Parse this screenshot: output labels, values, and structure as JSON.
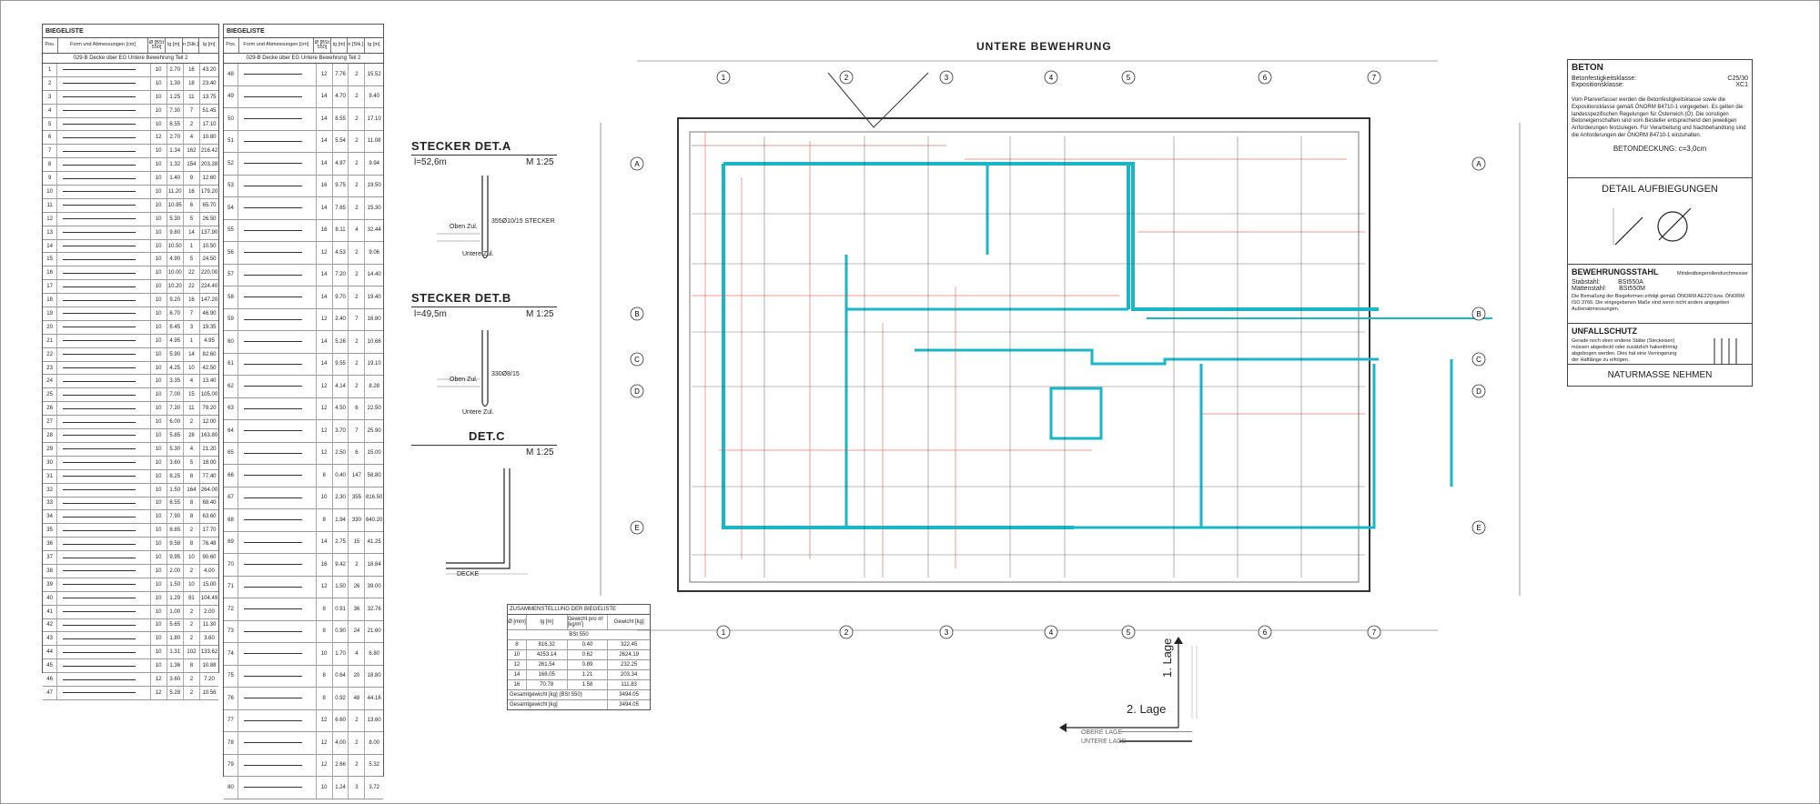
{
  "left_table": {
    "header": "BIEGELISTE",
    "cols": [
      "Pos.",
      "Form und Abmessungen [cm]",
      "Ø [BSt 550]",
      "lg [m]",
      "n [Stk.]",
      "lg [m]"
    ],
    "subtitle": "029-B Decke über EG Untere Bewehrung Teil 2",
    "rows": [
      [
        "1",
        "10",
        "2.70",
        "16",
        "43.20"
      ],
      [
        "2",
        "10",
        "1.30",
        "18",
        "23.40"
      ],
      [
        "3",
        "10",
        "1.25",
        "11",
        "13.75"
      ],
      [
        "4",
        "10",
        "7.30",
        "7",
        "51.45"
      ],
      [
        "5",
        "10",
        "8.55",
        "2",
        "17.10"
      ],
      [
        "6",
        "12",
        "2.70",
        "4",
        "10.80"
      ],
      [
        "7",
        "10",
        "1.34",
        "162",
        "216.42"
      ],
      [
        "8",
        "10",
        "1.32",
        "154",
        "203.28"
      ],
      [
        "9",
        "10",
        "1.40",
        "9",
        "12.60"
      ],
      [
        "10",
        "10",
        "11.20",
        "16",
        "179.20"
      ],
      [
        "11",
        "10",
        "10.95",
        "6",
        "65.70"
      ],
      [
        "12",
        "10",
        "5.30",
        "5",
        "26.50"
      ],
      [
        "13",
        "10",
        "9.80",
        "14",
        "137.90"
      ],
      [
        "14",
        "10",
        "10.50",
        "1",
        "10.50"
      ],
      [
        "15",
        "10",
        "4.90",
        "5",
        "24.50"
      ],
      [
        "16",
        "10",
        "10.00",
        "22",
        "220.00"
      ],
      [
        "17",
        "10",
        "10.20",
        "22",
        "224.40"
      ],
      [
        "18",
        "10",
        "9.20",
        "16",
        "147.20"
      ],
      [
        "19",
        "10",
        "6.70",
        "7",
        "46.90"
      ],
      [
        "20",
        "10",
        "6.45",
        "3",
        "19.35"
      ],
      [
        "21",
        "10",
        "4.95",
        "1",
        "4.95"
      ],
      [
        "22",
        "10",
        "5.90",
        "14",
        "82.60"
      ],
      [
        "23",
        "10",
        "4.25",
        "10",
        "42.50"
      ],
      [
        "24",
        "10",
        "3.35",
        "4",
        "13.40"
      ],
      [
        "25",
        "10",
        "7.00",
        "15",
        "105.00"
      ],
      [
        "26",
        "10",
        "7.20",
        "11",
        "79.20"
      ],
      [
        "27",
        "10",
        "6.00",
        "2",
        "12.00"
      ],
      [
        "28",
        "10",
        "5.85",
        "28",
        "163.80"
      ],
      [
        "29",
        "10",
        "5.30",
        "4",
        "21.20"
      ],
      [
        "30",
        "10",
        "3.60",
        "5",
        "18.00"
      ],
      [
        "31",
        "10",
        "8.25",
        "8",
        "77.40"
      ],
      [
        "32",
        "10",
        "1.50",
        "164",
        "264.00"
      ],
      [
        "33",
        "10",
        "8.55",
        "8",
        "68.40"
      ],
      [
        "34",
        "10",
        "7.90",
        "8",
        "63.60"
      ],
      [
        "35",
        "10",
        "8.85",
        "2",
        "17.70"
      ],
      [
        "36",
        "10",
        "9.58",
        "8",
        "76.48"
      ],
      [
        "37",
        "10",
        "9.95",
        "10",
        "90.60"
      ],
      [
        "38",
        "10",
        "2.00",
        "2",
        "4.00"
      ],
      [
        "39",
        "10",
        "1.50",
        "10",
        "15.00"
      ],
      [
        "40",
        "10",
        "1.29",
        "81",
        "104.49"
      ],
      [
        "41",
        "10",
        "1.00",
        "2",
        "2.00"
      ],
      [
        "42",
        "10",
        "5.65",
        "2",
        "11.30"
      ],
      [
        "43",
        "10",
        "1.80",
        "2",
        "3.60"
      ],
      [
        "44",
        "10",
        "1.31",
        "102",
        "133.62"
      ],
      [
        "45",
        "10",
        "1.36",
        "8",
        "10.88"
      ],
      [
        "46",
        "12",
        "3.60",
        "2",
        "7.20"
      ],
      [
        "47",
        "12",
        "5.28",
        "2",
        "10.56"
      ]
    ]
  },
  "right_table": {
    "header": "BIEGELISTE",
    "subtitle": "029-B Decke über EG Untere Bewehrung Teil 2",
    "rows": [
      [
        "48",
        "12",
        "7.76",
        "2",
        "15.52"
      ],
      [
        "49",
        "14",
        "4.70",
        "2",
        "9.40"
      ],
      [
        "50",
        "14",
        "8.55",
        "2",
        "17.10"
      ],
      [
        "51",
        "14",
        "5.54",
        "2",
        "11.08"
      ],
      [
        "52",
        "14",
        "4.97",
        "2",
        "9.94"
      ],
      [
        "53",
        "16",
        "9.75",
        "2",
        "19.50"
      ],
      [
        "54",
        "14",
        "7.65",
        "2",
        "15.30"
      ],
      [
        "55",
        "16",
        "8.11",
        "4",
        "32.44"
      ],
      [
        "56",
        "12",
        "4.53",
        "2",
        "9.06"
      ],
      [
        "57",
        "14",
        "7.20",
        "2",
        "14.40"
      ],
      [
        "58",
        "14",
        "9.70",
        "2",
        "19.40"
      ],
      [
        "59",
        "12",
        "2.40",
        "7",
        "16.80"
      ],
      [
        "60",
        "14",
        "5.26",
        "2",
        "10.66"
      ],
      [
        "61",
        "14",
        "9.55",
        "2",
        "19.10"
      ],
      [
        "62",
        "12",
        "4.14",
        "2",
        "8.28"
      ],
      [
        "63",
        "12",
        "4.50",
        "6",
        "22.50"
      ],
      [
        "64",
        "12",
        "3.70",
        "7",
        "25.90"
      ],
      [
        "65",
        "12",
        "2.50",
        "6",
        "15.00"
      ],
      [
        "66",
        "8",
        "0.40",
        "147",
        "58.80"
      ],
      [
        "67",
        "10",
        "2.30",
        "355",
        "816.50"
      ],
      [
        "68",
        "8",
        "1.94",
        "330",
        "640.20"
      ],
      [
        "69",
        "14",
        "2.75",
        "15",
        "41.25"
      ],
      [
        "70",
        "16",
        "9.42",
        "2",
        "18.84"
      ],
      [
        "71",
        "12",
        "1.50",
        "26",
        "39.00"
      ],
      [
        "72",
        "8",
        "0.91",
        "36",
        "32.76"
      ],
      [
        "73",
        "8",
        "0.90",
        "24",
        "21.60"
      ],
      [
        "74",
        "10",
        "1.70",
        "4",
        "6.80"
      ],
      [
        "75",
        "8",
        "0.64",
        "20",
        "18.80"
      ],
      [
        "76",
        "8",
        "0.92",
        "48",
        "44.16"
      ],
      [
        "77",
        "12",
        "6.60",
        "2",
        "13.60"
      ],
      [
        "78",
        "12",
        "4.00",
        "2",
        "8.00"
      ],
      [
        "79",
        "12",
        "2.66",
        "2",
        "5.32"
      ],
      [
        "80",
        "10",
        "1.24",
        "3",
        "3.72"
      ]
    ]
  },
  "stecker_a": {
    "title": "STECKER DET.A",
    "length": "l=52,6m",
    "scale": "M 1:25",
    "label1": "Oben Zul.",
    "label2": "Untere Zul.",
    "pos": "355Ø10/15 STECKER"
  },
  "stecker_b": {
    "title": "STECKER DET.B",
    "length": "l=49,5m",
    "scale": "M 1:25",
    "label1": "Oben Zul.",
    "label2": "Untere Zul.",
    "pos": "330Ø8/15"
  },
  "det_c": {
    "title": "DET.C",
    "scale": "M 1:25",
    "label": "DECKE"
  },
  "summary": {
    "title": "ZUSAMMENSTELLUNG DER BIEGELISTE",
    "cols": [
      "Ø [mm]",
      "lg [m]",
      "Gewicht pro m' [kg/m']",
      "Gewicht [kg]"
    ],
    "sub": "BSt 550",
    "rows": [
      [
        "8",
        "816.32",
        "0.40",
        "322.45"
      ],
      [
        "10",
        "4253.14",
        "0.62",
        "2624.19"
      ],
      [
        "12",
        "261.54",
        "0.89",
        "232.25"
      ],
      [
        "14",
        "168.05",
        "1.21",
        "203.34"
      ],
      [
        "16",
        "70.78",
        "1.58",
        "111.83"
      ]
    ],
    "total1_label": "Gesamtgewicht [kg] (BSt 550)",
    "total1": "3494.05",
    "total2_label": "Gesamtgewicht [kg]",
    "total2": "3494.05"
  },
  "main": {
    "title": "UNTERE BEWEHRUNG",
    "lage1": "1. Lage",
    "lage2": "2. Lage",
    "legend1": "OBERE LAGE",
    "legend2": "UNTERE LAGE"
  },
  "grid": {
    "cols": [
      "1",
      "2",
      "3",
      "4",
      "5",
      "6",
      "7"
    ],
    "rows": [
      "A",
      "B",
      "C",
      "D",
      "E"
    ]
  },
  "beton": {
    "title": "BETON",
    "k1": "Betonfestigkeitsklasse:",
    "v1": "C25/30",
    "k2": "Expositionsklasse:",
    "v2": "XC1",
    "text": "Vom Planverfasser werden die Betonfestigkeitsklasse sowie die Expositionsklasse gemäß ÖNORM B4710-1 vorgegeben. Es gelten die landesspezifischen Regelungen für Österreich (Ö). Die sonstigen Betoneigenschaften sind vom Besteller entsprechend den jeweiligen Anforderungen festzulegen. Für Verarbeitung und Nachbehandlung sind die Anforderungen der ÖNORM B4710-1 einzuhalten.",
    "deckung": "BETONDECKUNG: c=3,0cm"
  },
  "detail_aufbiegungen": {
    "title": "DETAIL AUFBIEGUNGEN"
  },
  "bewehrungsstahl": {
    "title": "BEWEHRUNGSSTAHL",
    "sub": "Mindestbiegerollendurchmesser",
    "k1": "Stabstahl:",
    "v1": "BSt550A",
    "k2": "Mattenstahl:",
    "v2": "BSt550M",
    "text": "Die Bemaßung der Biegeformen erfolgt gemäß ÖNORM AE220 bzw. ÖNORM ISO 3766. Die eingegebenen Maße sind wenn nicht anders angegeben Außenabmessungen."
  },
  "unfallschutz": {
    "title": "UNFALLSCHUTZ",
    "text": "Gerade noch oben endene Stäbe (Steckeisen) müssen abgedeckt oder zusätzlich hakenförmig abgebogen werden. Dies hat eine Verringerung der Haftlänge zu erfolgen."
  },
  "naturmasse": "NATURMASSE NEHMEN"
}
